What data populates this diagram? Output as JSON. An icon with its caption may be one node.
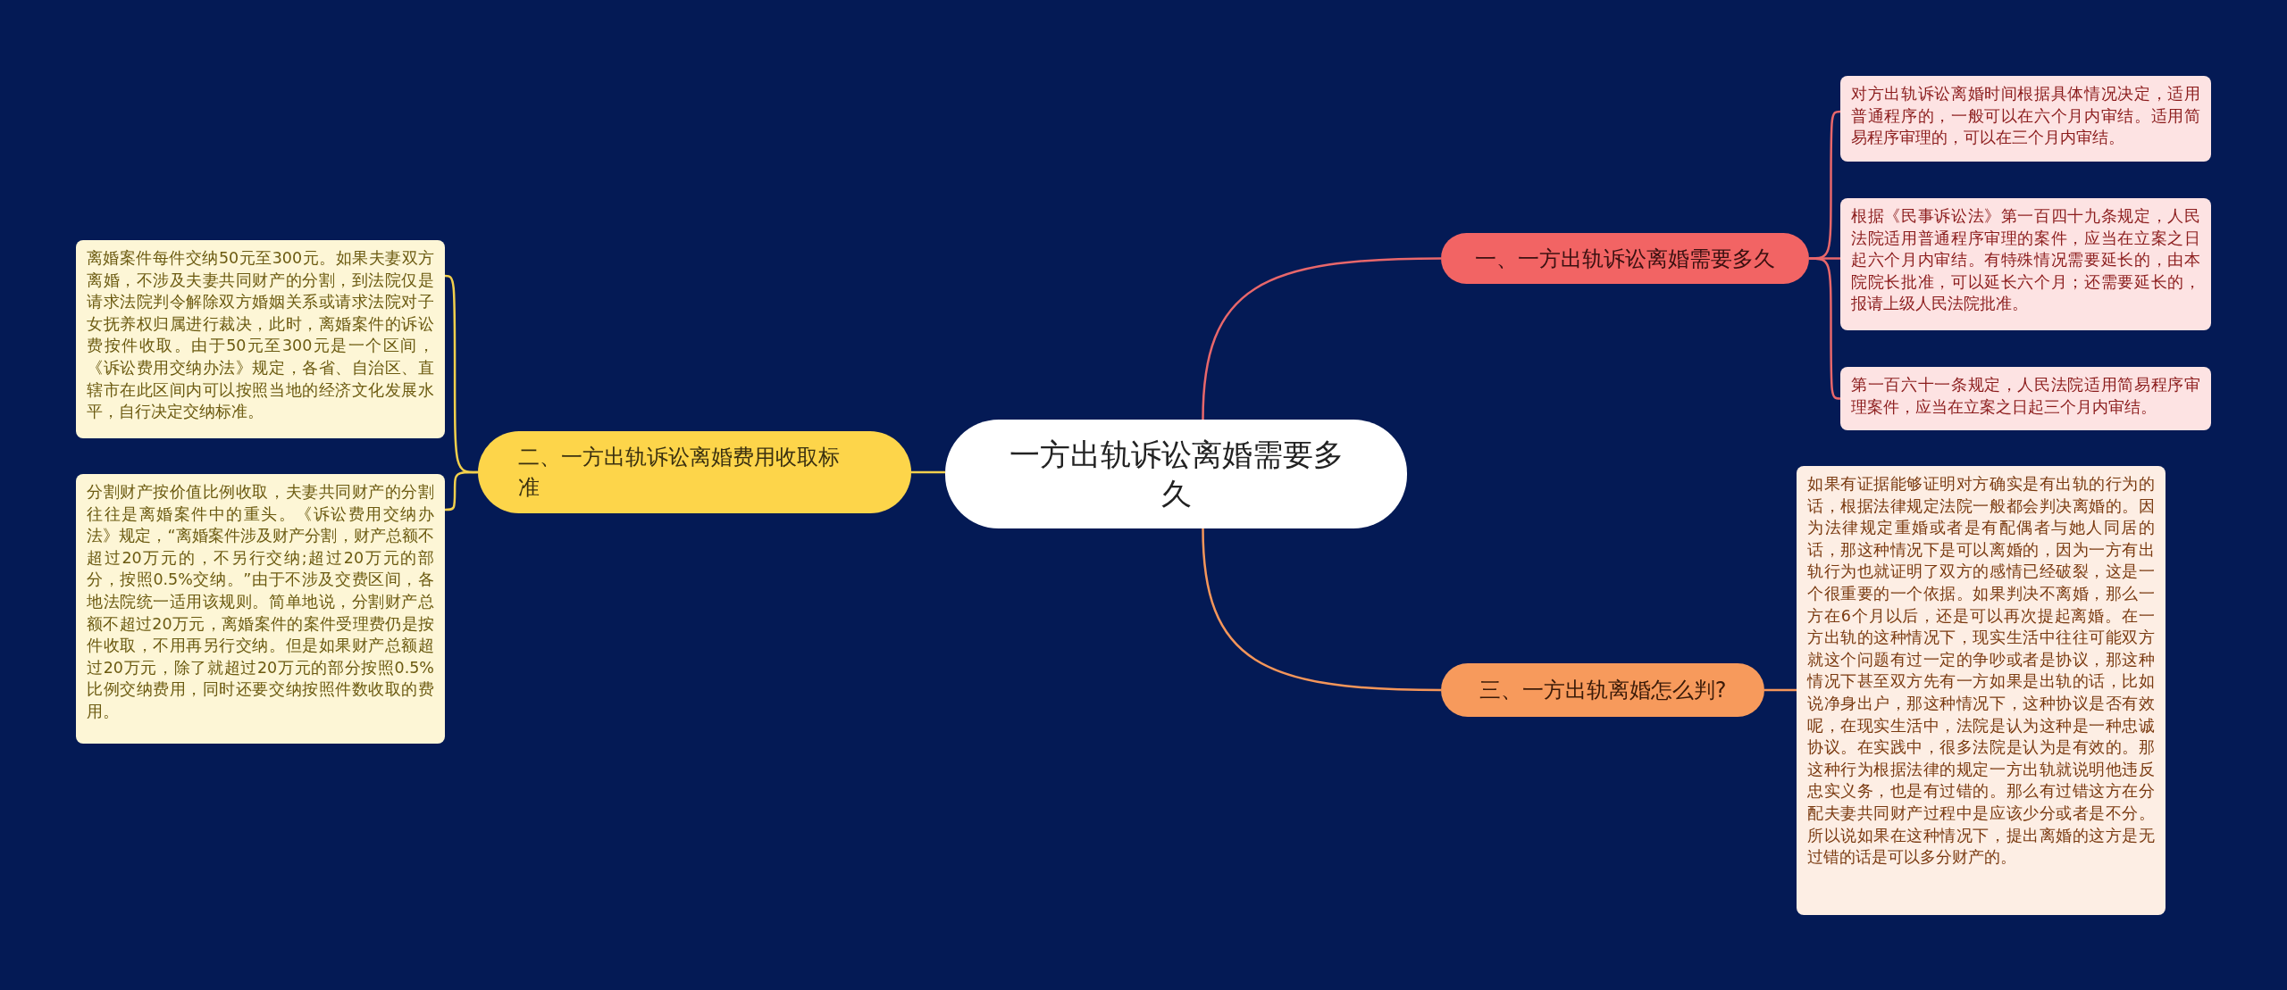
{
  "diagram": {
    "nodes": [
      {
        "text": [
          "一方出轨诉讼离婚需要多久"
        ]
      },
      {
        "text": [
          "一、一方出轨诉讼离婚需要多久"
        ]
      },
      {
        "text": [
          "对方出轨诉讼离婚时间根据具体情况决定，适用普通程序的，一般可以在六个月内审结。适用简易程序审理的，可以在三个月内审结。"
        ]
      },
      {
        "text": [
          "根据《民事诉讼法》第一百四十九条规定，人民法院适用普通程序审理的案件，应当在立案之日起六个月内审结。有特殊情况需要延长的，由本院院长批准，可以延长六个月；还需要延长的，报请上级人民法院批准。"
        ]
      },
      {
        "text": [
          "第一百六十一条规定，人民法院适用简易程序审理案件，应当在立案之日起三个月内审结。"
        ]
      },
      {
        "text": [
          "二、一方出轨诉讼离婚费用收取标准"
        ]
      },
      {
        "text": [
          "离婚案件每件交纳50元至300元。如果夫妻双方离婚，不涉及夫妻共同财产的分割，到法院仅是请求法院判令解除双方婚姻关系或请求法院对子女抚养权归属进行裁决，此时，离婚案件的诉讼费按件收取。由于50元至300元是一个区间，《诉讼费用交纳办法》规定，各省、自治区、直辖市在此区间内可以按照当地的经济文化发展水平，自行决定交纳标准。"
        ]
      },
      {
        "text": [
          "分割财产按价值比例收取，夫妻共同财产的分割往往是离婚案件中的重头。《诉讼费用交纳办法》规定，“离婚案件涉及财产分割，财产总额不超过20万元的，不另行交纳;超过20万元的部分，按照0.5%交纳。”由于不涉及交费区间，各地法院统一适用该规则。简单地说，分割财产总额不超过20万元，离婚案件的案件受理费仍是按件收取，不用再另行交纳。但是如果财产总额超过20万元，除了就超过20万元的部分按照0.5%比例交纳费用，同时还要交纳按照件数收取的费用。"
        ]
      },
      {
        "text": [
          "三、一方出轨离婚怎么判?"
        ]
      },
      {
        "text": [
          "如果有证据能够证明对方确实是有出轨的行为的话，根据法律规定法院一般都会判决离婚的。因为法律规定重婚或者是有配偶者与她人同居的话，那这种情况下是可以离婚的，因为一方有出轨行为也就证明了双方的感情已经破裂，这是一个很重要的一个依据。如果判决不离婚，那么一方在6个月以后，还是可以再次提起离婚。在一方出轨的这种情况下，现实生活中往往可能双方就这个问题有过一定的争吵或者是协议，那这种情况下甚至双方先有一方如果是出轨的话，比如说净身出户，那这种情况下，这种协议是否有效呢，在现实生活中，法院是认为这种是一种忠诚协议。在实践中，很多法院是认为是有效的。那这种行为根据法律的规定一方出轨就说明他违反忠实义务，也是有过错的。那么有过错这方在分配夫妻共同财产过程中是应该少分或者是不分。所以说如果在这种情况下，提出离婚的这方是无过错的话是可以多分财产的。"
        ]
      }
    ],
    "edges": [
      {
        "from": 0,
        "to": 1,
        "arrow": "none",
        "color": "#e8676b"
      },
      {
        "from": 1,
        "to": 2,
        "arrow": "none",
        "color": "#e8676b"
      },
      {
        "from": 1,
        "to": 3,
        "arrow": "none",
        "color": "#e8676b"
      },
      {
        "from": 1,
        "to": 4,
        "arrow": "none",
        "color": "#e8676b"
      },
      {
        "from": 0,
        "to": 5,
        "arrow": "none",
        "color": "#f2d04c"
      },
      {
        "from": 5,
        "to": 6,
        "arrow": "none",
        "color": "#f2d04c"
      },
      {
        "from": 5,
        "to": 7,
        "arrow": "none",
        "color": "#f2d04c"
      },
      {
        "from": 0,
        "to": 8,
        "arrow": "none",
        "color": "#f5965a"
      },
      {
        "from": 8,
        "to": 9,
        "arrow": "none",
        "color": "#f5965a"
      }
    ]
  }
}
